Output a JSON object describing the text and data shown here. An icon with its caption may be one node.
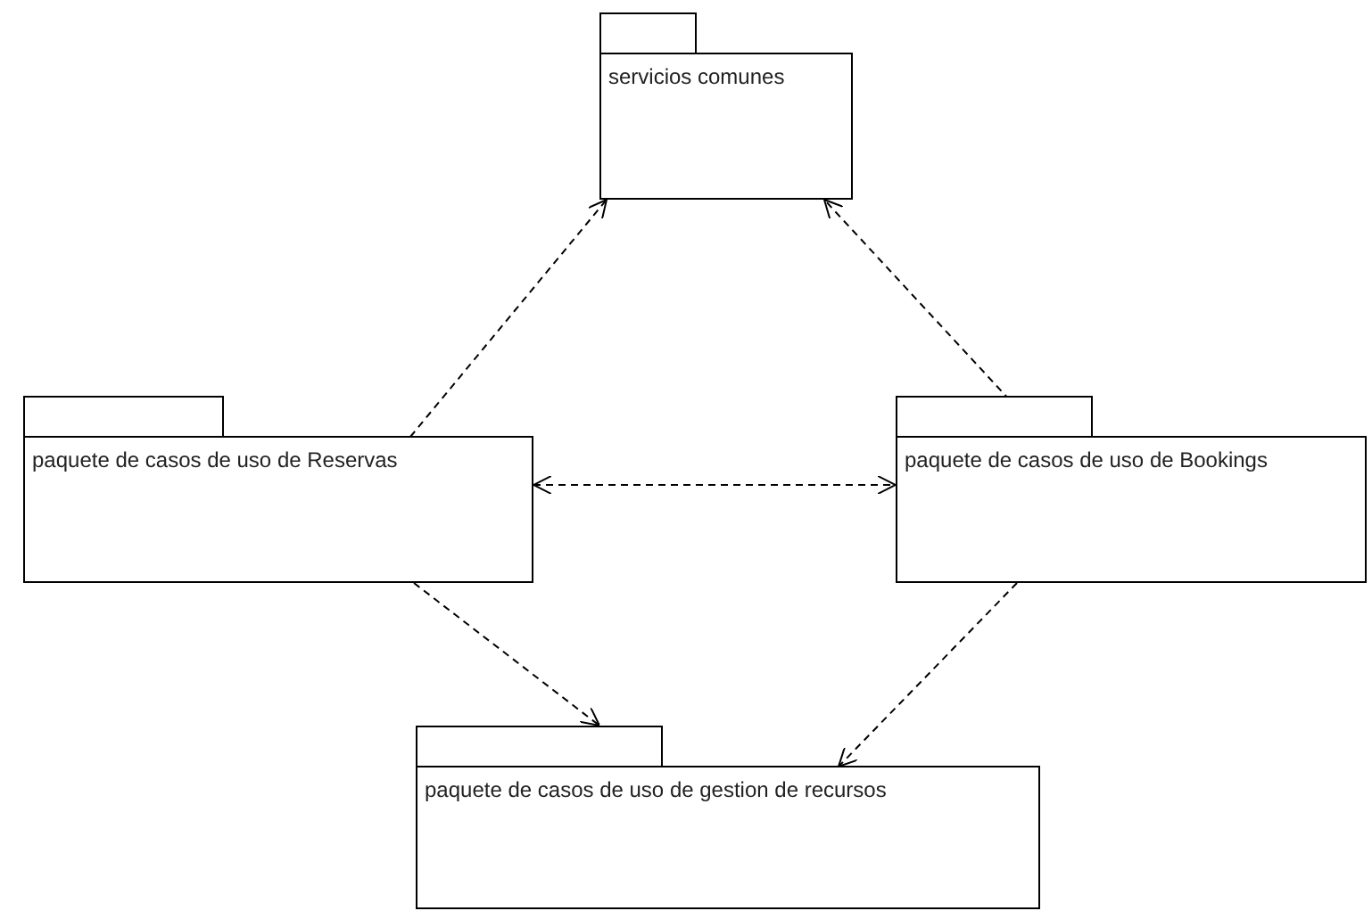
{
  "diagram": {
    "nodes": [
      {
        "text": [
          "servicios comunes"
        ]
      },
      {
        "text": [
          "paquete de casos de uso de Reservas"
        ]
      },
      {
        "text": [
          "paquete de casos de uso de Bookings"
        ]
      },
      {
        "text": [
          "paquete de casos de uso de gestion de recursos"
        ]
      }
    ],
    "edges": [
      {
        "from": 1,
        "to": 0,
        "arrow": "to",
        "style": "dashed"
      },
      {
        "from": 2,
        "to": 0,
        "arrow": "to",
        "style": "dashed"
      },
      {
        "from": 1,
        "to": 2,
        "arrow": "both",
        "style": "dashed"
      },
      {
        "from": 1,
        "to": 3,
        "arrow": "to",
        "style": "dashed"
      },
      {
        "from": 2,
        "to": 3,
        "arrow": "to",
        "style": "dashed"
      }
    ]
  }
}
